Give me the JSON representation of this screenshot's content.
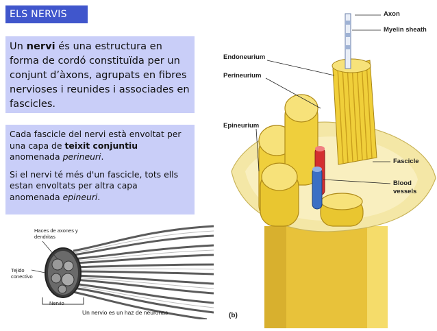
{
  "title": "ELS NERVIS",
  "box1": {
    "t1": "Un ",
    "t2": "nervi",
    "t3": " és una estructura en forma de cordó constituïda per un conjunt d’àxons, agrupats en fibres nervioses i reunides i associades en fascicles."
  },
  "box2": {
    "p1_a": "Cada fascicle del nervi està envoltat per una capa de ",
    "p1_b": "teixit conjuntiu",
    "p1_c": " anomenada ",
    "p1_d": "perineuri",
    "p1_e": ".",
    "p2_a": "Si el nervi té més d'un fascicle, tots ells estan envoltats per altra capa anomenada ",
    "p2_b": "epineuri",
    "p2_c": "."
  },
  "left_figure": {
    "label_haces": "Haces de axones y dendritas",
    "label_tejido": "Tejido conectivo",
    "label_nervio": "Nervio",
    "caption": "Un nervio es un haz de neuronas"
  },
  "right_figure": {
    "axon": "Axon",
    "myelin": "Myelin sheath",
    "endoneurium": "Endoneurium",
    "perineurium": "Perineurium",
    "epineurium": "Epineurium",
    "fascicle": "Fascicle",
    "blood": "Blood vessels",
    "panel": "(b)"
  },
  "colors": {
    "title_bg": "#4056cc",
    "box_bg": "#c9cef8",
    "nerve_yellow": "#f2d640",
    "nerve_light": "#f7ea9a",
    "artery": "#d32f2f",
    "vein": "#3b6fc4"
  }
}
